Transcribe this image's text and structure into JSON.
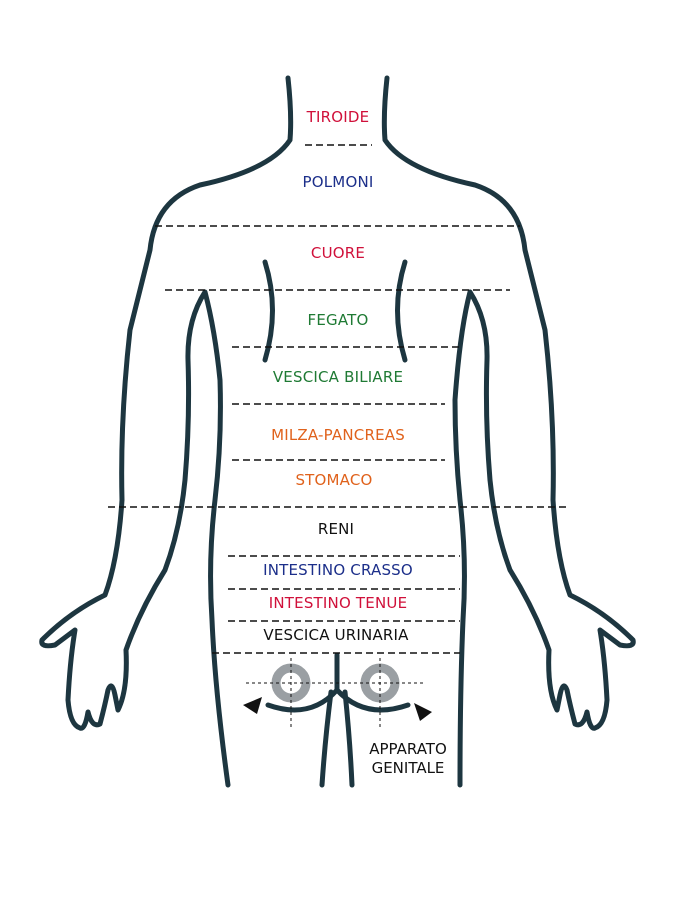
{
  "colors": {
    "outline": "#1d3640",
    "red": "#d0103a",
    "blue": "#1c2f8a",
    "green": "#1f7a34",
    "orange": "#e0621c",
    "ring": "#9a9fa3"
  },
  "zones": [
    {
      "label": "TIROIDE",
      "color": "red"
    },
    {
      "label": "POLMONI",
      "color": "blue"
    },
    {
      "label": "CUORE",
      "color": "red"
    },
    {
      "label": "FEGATO",
      "color": "green"
    },
    {
      "label": "VESCICA BILIARE",
      "color": "green"
    },
    {
      "label": "MILZA-PANCREAS",
      "color": "orange"
    },
    {
      "label": "STOMACO",
      "color": "orange"
    },
    {
      "label": "RENI",
      "color": "black"
    },
    {
      "label": "INTESTINO CRASSO",
      "color": "blue"
    },
    {
      "label": "INTESTINO TENUE",
      "color": "red"
    },
    {
      "label": "VESCICA URINARIA",
      "color": "black"
    }
  ],
  "genital": {
    "line1": "APPARATO",
    "line2": "GENITALE"
  }
}
